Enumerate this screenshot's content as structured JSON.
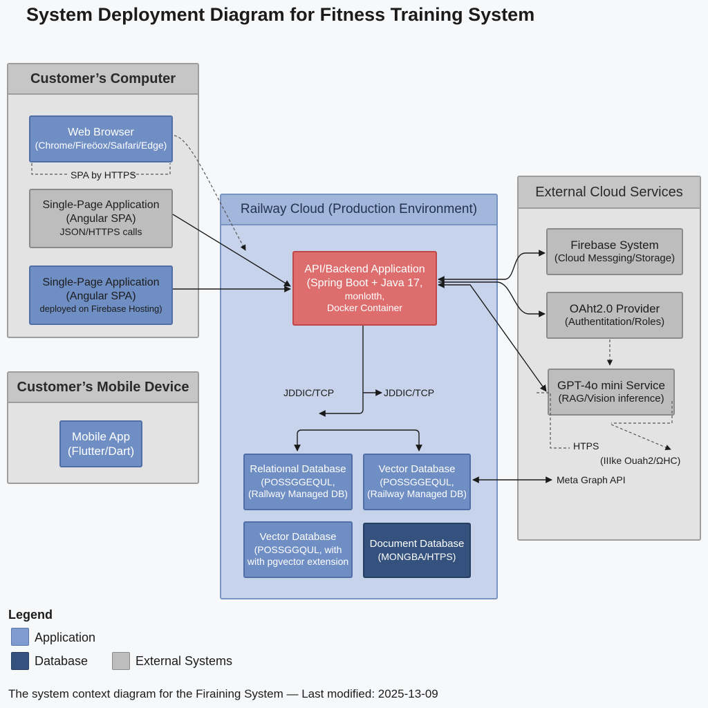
{
  "title": "System Deployment Diagram for Fitness Training System",
  "customer_computer": {
    "title": "Customer’s Computer",
    "web_browser": {
      "line1": "Web Browser",
      "line2": "(Chrome/Fireöox/Saıfari/Edge)"
    },
    "spa_label": "SPA by HTTPS",
    "spa1": {
      "line1": "Single-Page Application",
      "line2": "(Angular SPA)",
      "line3": "JSON/HTTPS calls"
    },
    "spa2": {
      "line1": "Single-Page Application",
      "line2": "(Angular SPA)",
      "line3": "deployed on Firebase Hosting)"
    }
  },
  "mobile_device": {
    "title": "Customer’s Mobile Device",
    "app": {
      "line1": "Mobile App",
      "line2": "(Flutter/Dart)"
    }
  },
  "railway": {
    "title": "Railway Cloud (Production Environment)",
    "api": {
      "line1": "API/Backend Application",
      "line2": "(Spring Boot + Java 17,",
      "line3": "monlotth,",
      "line4": "Docker Container"
    },
    "jdbc_left": "JDDIC/TCP",
    "jdbc_right": "JDDIC/TCP",
    "relational_db": {
      "line1": "Relatioınal Database",
      "line2": "(POSSGGEQUL,",
      "line3": "(Rallway Managed DB)"
    },
    "vector_db_1": {
      "line1": "Vector Database",
      "line2": "(POSSGGEQUL,",
      "line3": "(Railway Managed DB)"
    },
    "vector_db_2": {
      "line1": "Vector Database",
      "line2": "(POSSGGQUL, with",
      "line3": "with pgvector extension"
    },
    "document_db": {
      "line1": "Document Database",
      "line2": "(MONGBA/HTPS)"
    }
  },
  "external": {
    "title": "External Cloud Services",
    "firebase": {
      "line1": "Firebase System",
      "line2": "(Cloud Messging/Storage)"
    },
    "oauth": {
      "line1": "OAht2.0 Provider",
      "line2": "(Authentitation/Roles)"
    },
    "gpt": {
      "line1": "GPT-4o mini Service",
      "line2": "(RAG/Vision inference)"
    },
    "https_label": "HTPS",
    "oauth_label": "(IIIke Ouah2/ΩHC)",
    "meta_label": "Meta Graph API"
  },
  "legend": {
    "title": "Legend",
    "application": "Application",
    "database": "Database",
    "external": "External Systems"
  },
  "colors": {
    "application": "#6f8ec4",
    "database": "#34527d",
    "external": "#bdbdbd",
    "backend": "#de6d6d"
  },
  "footer": "The system context diagram for the Firaining System — Last modified: 2025-13-09"
}
